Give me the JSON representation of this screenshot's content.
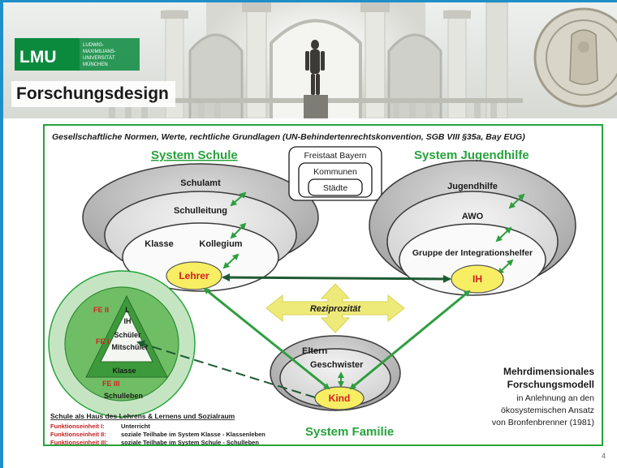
{
  "slide": {
    "title": "Forschungsdesign",
    "page_number": "4"
  },
  "logo": {
    "abbr": "LMU",
    "lines": [
      "LUDWIG-",
      "MAXIMILIANS-",
      "UNIVERSITÄT",
      "MÜNCHEN"
    ]
  },
  "diagram": {
    "header": "Gesellschaftliche Normen, Werte, rechtliche Grundlagen (UN-Behindertenrechtskonvention, SGB VIII §35a, Bay EUG)",
    "schule": {
      "title": "System Schule",
      "schulamt": "Schulamt",
      "schulleitung": "Schulleitung",
      "klasse": "Klasse",
      "kollegium": "Kollegium",
      "lehrer": "Lehrer"
    },
    "staat": {
      "freistaat": "Freistaat Bayern",
      "kommunen": "Kommunen",
      "staedte": "Städte"
    },
    "jugendhilfe": {
      "title": "System Jugendhilfe",
      "jugendhilfe": "Jugendhilfe",
      "awo": "AWO",
      "gruppe": "Gruppe der Integrationshelfer",
      "ih": "IH"
    },
    "reziprozitaet": "Reziprozität",
    "familie": {
      "title": "System Familie",
      "eltern": "Eltern",
      "geschwister": "Geschwister",
      "kind": "Kind"
    },
    "haus": {
      "fe2": "FE II",
      "l": "L",
      "ih": "IH",
      "fe1": "FE I",
      "schueler": "Schüler",
      "mitschueler": "Mitschüler",
      "klasse": "Klasse",
      "fe3": "FE III",
      "schulleben": "Schulleben"
    },
    "legend": {
      "title": "Schule als Haus des Lehrens & Lernens und Sozialraum",
      "items": [
        {
          "label": "Funktionseinheit I:",
          "text": "Unterricht"
        },
        {
          "label": "Funktionseinheit II:",
          "text": "soziale Teilhabe im System Klasse - Klassenleben"
        },
        {
          "label": "Funktionseinheit III:",
          "text": "soziale Teilhabe im System Schule - Schulleben"
        }
      ]
    },
    "model": {
      "line1": "Mehrdimensionales",
      "line2": "Forschungsmodell",
      "line3": "in Anlehnung an den",
      "line4": "ökosystemischen Ansatz",
      "line5": "von Bronfenbrenner (1981)"
    }
  },
  "colors": {
    "frame_blue": "#1f8fc8",
    "lmu_green": "#0b8a3e",
    "system_green": "#27a33c",
    "arrow_green": "#2e9e3f",
    "node_yellow": "#f7ee63",
    "node_red": "#d42020",
    "legend_red": "#c81e1e",
    "reziprozitaet_yellow": "#eeea7a"
  }
}
